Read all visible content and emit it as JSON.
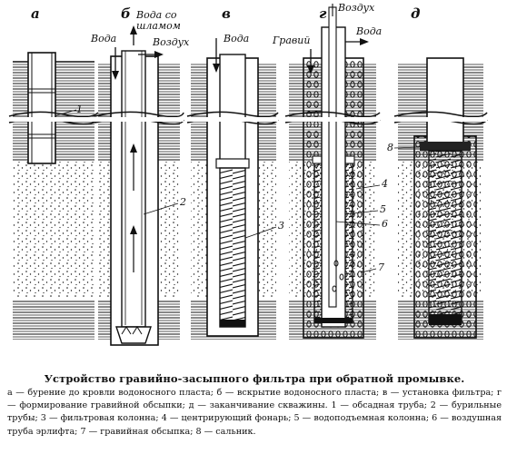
{
  "panels": [
    "а",
    "б",
    "в",
    "г",
    "д"
  ],
  "labels": {
    "water": "Вода",
    "water_with_slurry": "Вода со шламом",
    "water_with_slurry_line1": "Вода со",
    "water_with_slurry_line2": "шламом",
    "air": "Воздух",
    "gravel": "Гравий"
  },
  "numbers": [
    "1",
    "2",
    "3",
    "4",
    "5",
    "6",
    "7",
    "8"
  ],
  "caption": {
    "title": "Устройство гравийно-засыпного фильтра при обратной промывке.",
    "text": "а — бурение до кровли водоносного пласта; б — вскрытие водоносного пласта; в — установка фильтра; г — формирование гравийной обсыпки; д — заканчивание скважины. 1 — обсадная труба; 2 — бурильные трубы; 3 — фильтровая колонна; 4 — центрирующий фонарь; 5 — водоподъемная колонна; 6 — воздушная труба эрлифта; 7 — гравийная обсыпка; 8 — сальник."
  }
}
